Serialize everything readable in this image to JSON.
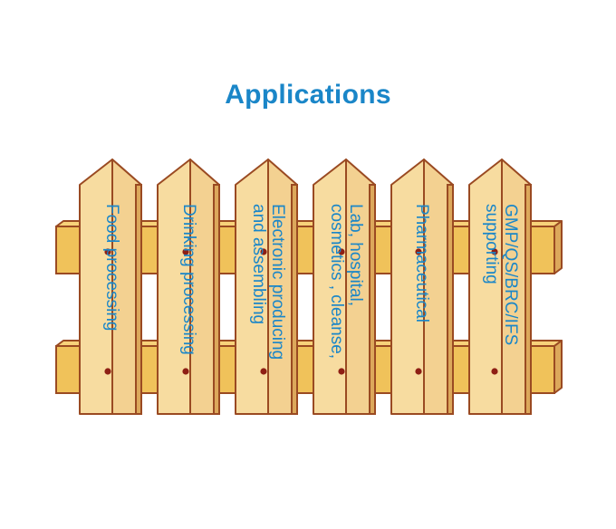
{
  "title": "Applications",
  "colors": {
    "title": "#1a86c8",
    "label": "#1a86c8",
    "wood_face": "#f7dca0",
    "wood_side": "#dca85b",
    "rail_face": "#f0c25a",
    "outline": "#9a4a22",
    "nail": "#8e1f14"
  },
  "planks": [
    {
      "label": "Food processing"
    },
    {
      "label": "Drinking processing"
    },
    {
      "label": "Electronic producing and assembling"
    },
    {
      "label": "Lab, hospital, cosmetics , cleanse,"
    },
    {
      "label": "Pharmaceutical"
    },
    {
      "label": "GMP/QS/BRC/IFS supporting"
    }
  ]
}
